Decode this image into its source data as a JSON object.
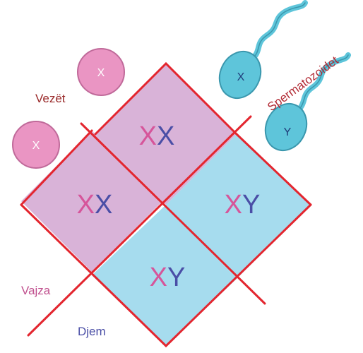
{
  "diagram": {
    "cells": [
      {
        "first": "X",
        "second": "X"
      },
      {
        "first": "X",
        "second": "X"
      },
      {
        "first": "X",
        "second": "Y"
      },
      {
        "first": "X",
        "second": "Y"
      }
    ],
    "eggs": [
      {
        "label": "X"
      },
      {
        "label": "X"
      }
    ],
    "sperm": [
      {
        "label": "X"
      },
      {
        "label": "Y"
      }
    ],
    "labels": {
      "eggs": "Vezët",
      "sperm": "Spermatozoidet",
      "daughter": "Vajza",
      "son": "Djem"
    },
    "colors": {
      "grid_line": "#e3262f",
      "female_cell": "#d9b3d8",
      "male_cell": "#a6dcee",
      "x_letter": "#d6559a",
      "y_letter": "#4a4ea6",
      "egg_fill": "#ea95c3",
      "egg_stroke": "#c06a9a",
      "sperm_fill": "#5ec5da",
      "sperm_stroke": "#3a97ad",
      "label_dark_red": "#9a2a2a",
      "label_pink": "#c0508e",
      "label_blue": "#4a4ea6"
    }
  }
}
